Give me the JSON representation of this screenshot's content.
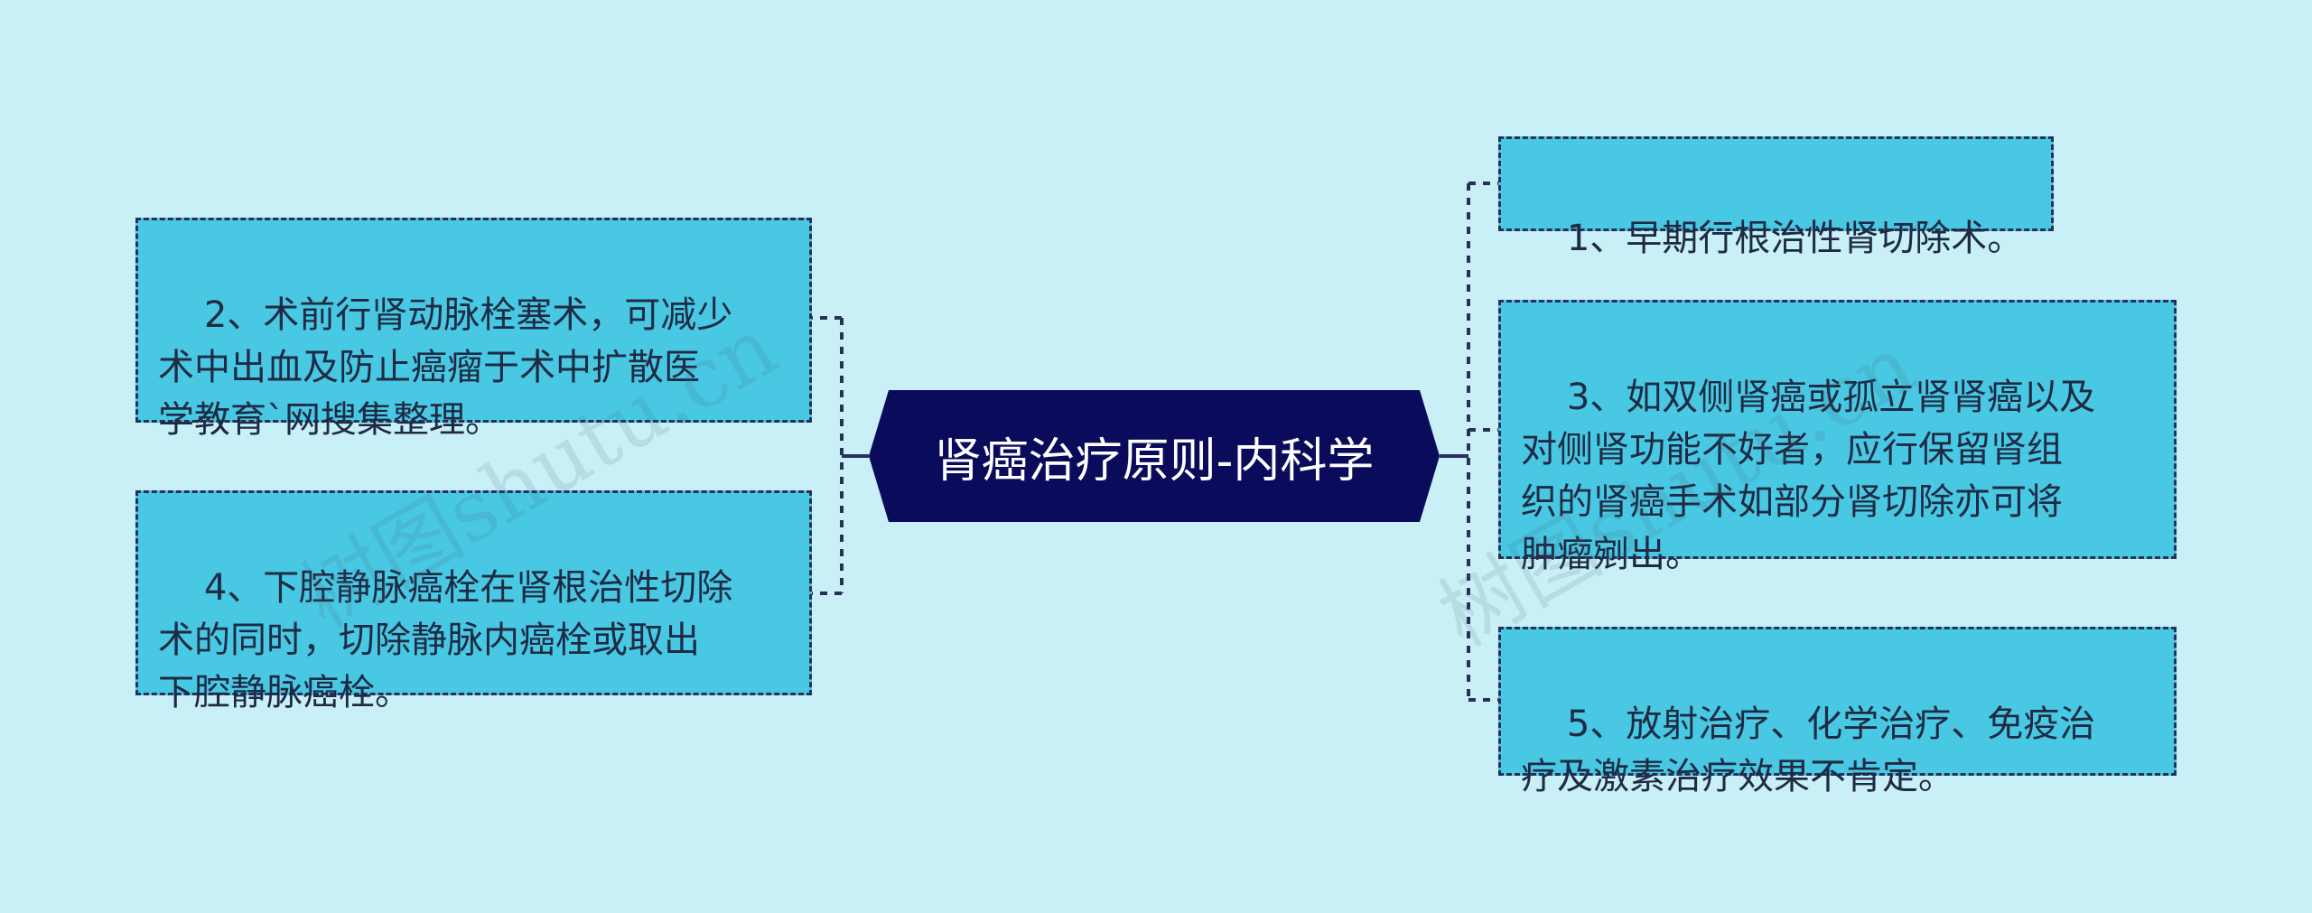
{
  "center": {
    "label": "肾癌治疗原则-内科学"
  },
  "nodes": {
    "n1": "1、早期行根治性肾切除术。",
    "n2": "2、术前行肾动脉栓塞术，可减少\n术中出血及防止癌瘤于术中扩散医\n学教育`网搜集整理。",
    "n3": "3、如双侧肾癌或孤立肾肾癌以及\n对侧肾功能不好者，应行保留肾组\n织的肾癌手术如部分肾切除亦可将\n肿瘤剜出。",
    "n4": "4、下腔静脉癌栓在肾根治性切除\n术的同时，切除静脉内癌栓或取出\n下腔静脉癌栓。",
    "n5": "5、放射治疗、化学治疗、免疫治\n疗及激素治疗效果不肯定。"
  },
  "watermarks": [
    "树图shutu.cn",
    "树图shutu.cn"
  ],
  "colors": {
    "background": "#c8f0f6",
    "center_fill": "#0b0b5c",
    "node_fill": "#48c8e2",
    "line": "#27305a"
  }
}
